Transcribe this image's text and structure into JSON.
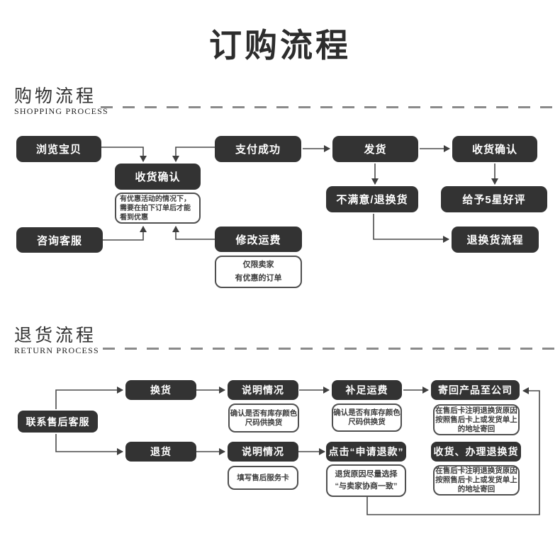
{
  "page": {
    "title": "订购流程"
  },
  "shopping": {
    "heading": "购物流程",
    "heading_en": "SHOPPING PROCESS",
    "nodes": {
      "browse": "浏览宝贝",
      "confirm_mid": "收货确认",
      "pay_success": "支付成功",
      "ship": "发货",
      "confirm_receipt": "收货确认",
      "unsatisfied": "不满意/退换货",
      "five_star": "给予5星好评",
      "consult": "咨询客服",
      "modify_fee": "修改运费",
      "return_process": "退换货流程"
    },
    "notes": {
      "discount": "有优惠活动的情况下，需要在拍下订单后才能看到优惠",
      "seller_line1": "仅限卖家",
      "seller_line2": "有优惠的订单"
    }
  },
  "returns": {
    "heading": "退货流程",
    "heading_en": "RETURN PROCESS",
    "nodes": {
      "contact": "联系售后客服",
      "exchange": "换货",
      "explain_1": "说明情况",
      "add_shipping": "补足运费",
      "send_back": "寄回产品至公司",
      "return_goods": "退货",
      "explain_2": "说明情况",
      "apply_refund": "点击“申请退款”",
      "receive_handle": "收货、办理退换货"
    },
    "notes": {
      "stock_1": "确认是否有库存颜色尺码供换货",
      "stock_2": "确认是否有库存颜色尺码供换货",
      "send_back_1": "在售后卡注明退换货原因按照售后卡上或发货单上的地址寄回",
      "fill_card": "填写售后服务卡",
      "reason_line1": "退货原因尽量选择",
      "reason_line2": "“与卖家协商一致”",
      "send_back_2": "在售后卡注明退换货原因按照售后卡上或发货单上的地址寄回"
    }
  }
}
